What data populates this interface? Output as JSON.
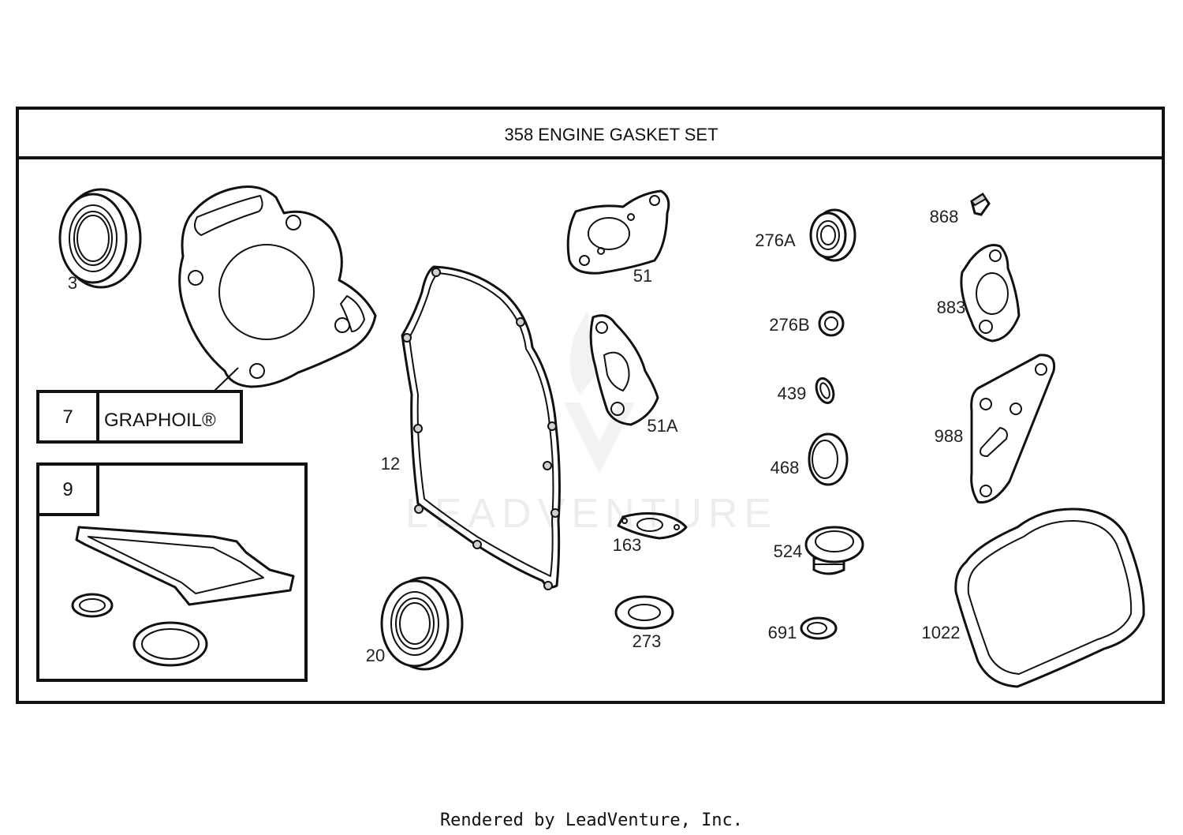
{
  "title": "358 ENGINE GASKET SET",
  "watermark": "LEADVENTURE",
  "footer": "Rendered by LeadVenture, Inc.",
  "callouts": {
    "graphoil": {
      "number": "7",
      "label": "GRAPHOIL®"
    },
    "kit": {
      "number": "9"
    }
  },
  "parts": [
    "3",
    "12",
    "20",
    "51",
    "51A",
    "163",
    "273",
    "276A",
    "276B",
    "439",
    "468",
    "524",
    "691",
    "868",
    "883",
    "988",
    "1022"
  ]
}
